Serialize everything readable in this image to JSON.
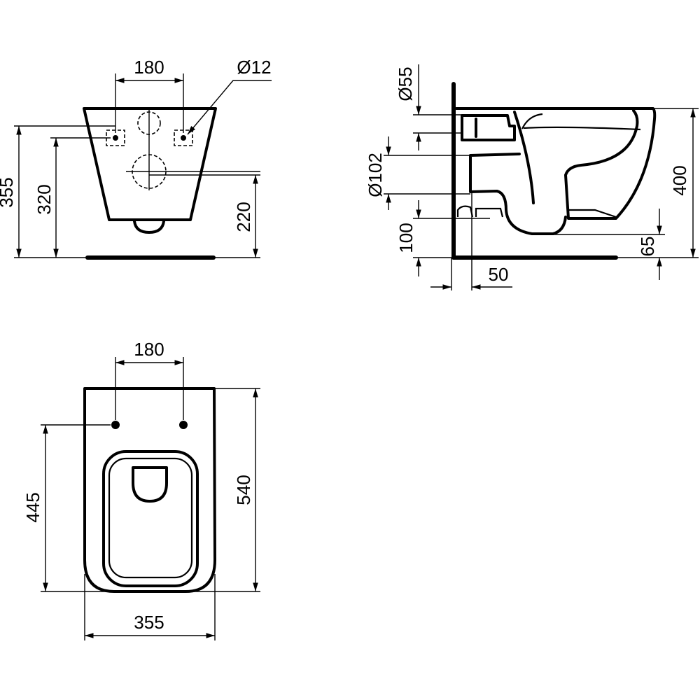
{
  "front_view": {
    "dims": {
      "hole_spacing": "180",
      "hole_diameter": "Ø12",
      "total_height": "355",
      "hole_height": "320",
      "outlet_height": "220"
    }
  },
  "side_view": {
    "dims": {
      "inlet_diameter": "Ø55",
      "outlet_diameter": "Ø102",
      "outlet_height": "100",
      "wall_gap": "50",
      "bottom_clearance": "65",
      "rim_height": "400"
    }
  },
  "top_view": {
    "dims": {
      "hole_spacing": "180",
      "hole_to_front": "445",
      "length": "540",
      "width": "355"
    }
  }
}
